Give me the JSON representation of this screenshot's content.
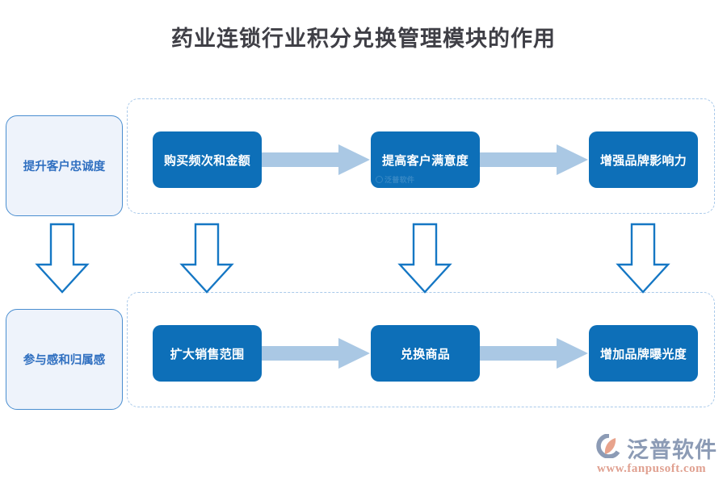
{
  "title": "药业连锁行业积分兑换管理模块的作用",
  "colors": {
    "process_box_fill": "#0d6fb8",
    "side_box_fill": "#eef3fb",
    "side_box_border": "#4a8ed0",
    "dashed_border": "#a9c9ea",
    "h_arrow_fill": "#aac8e4",
    "v_arrow_stroke": "#1577c4",
    "title_text": "#3f3f46",
    "side_text": "#2f6fc0",
    "logo_text": "#8c9bb5",
    "logo_url": "#e0a090"
  },
  "side_boxes": [
    {
      "label": "提升客户忠诚度"
    },
    {
      "label": "参与感和归属感"
    }
  ],
  "rows": [
    {
      "name": "top-row",
      "boxes": [
        {
          "label": "购买频次和金额",
          "watermark": ""
        },
        {
          "label": "提高客户满意度",
          "watermark": "泛普软件"
        },
        {
          "label": "增强品牌影响力",
          "watermark": ""
        }
      ]
    },
    {
      "name": "bottom-row",
      "boxes": [
        {
          "label": "扩大销售范围",
          "watermark": ""
        },
        {
          "label": "兑换商品",
          "watermark": ""
        },
        {
          "label": "增加品牌曝光度",
          "watermark": ""
        }
      ]
    }
  ],
  "logo": {
    "name": "泛普软件",
    "url": "www.fanpusoft.com"
  }
}
